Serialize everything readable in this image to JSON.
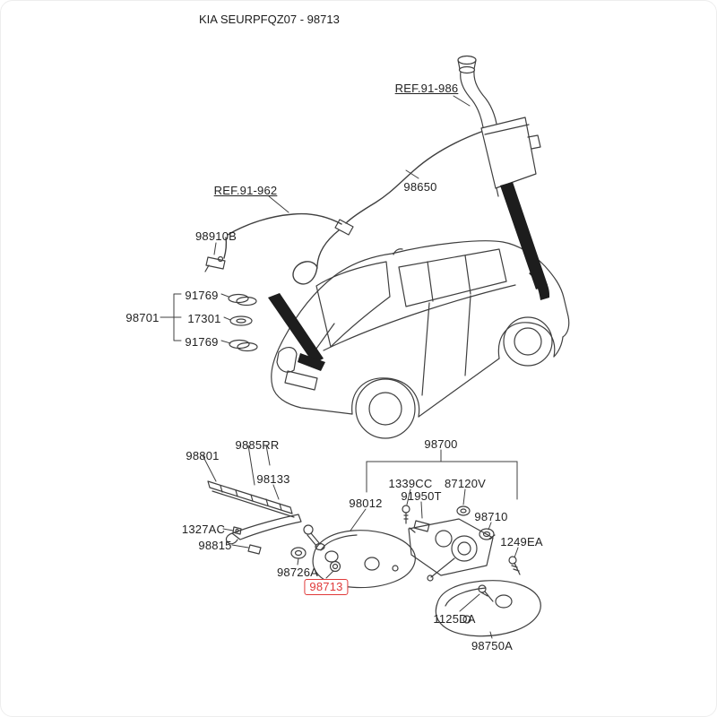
{
  "page": {
    "title": "KIA SEURPFQZ07 - 98713"
  },
  "colors": {
    "line": "#3f3f3f",
    "text": "#222222",
    "highlight": "#e03a3a",
    "background": "#ffffff"
  },
  "labels": {
    "ref_91_986": "REF.91-986",
    "ref_91_962": "REF.91-962",
    "p98650": "98650",
    "p98910B": "98910B",
    "p91769_top": "91769",
    "p98701": "98701",
    "p17301": "17301",
    "p91769_bottom": "91769",
    "p9885RR": "9885RR",
    "p98801": "98801",
    "p98133": "98133",
    "p98700": "98700",
    "p98012": "98012",
    "p1339CC": "1339CC",
    "p87120V": "87120V",
    "p91950T": "91950T",
    "p98710": "98710",
    "p1327AC": "1327AC",
    "p98815": "98815",
    "p1249EA": "1249EA",
    "p98726A": "98726A",
    "p98713": "98713",
    "p1125DA": "1125DA",
    "p98750A": "98750A"
  }
}
